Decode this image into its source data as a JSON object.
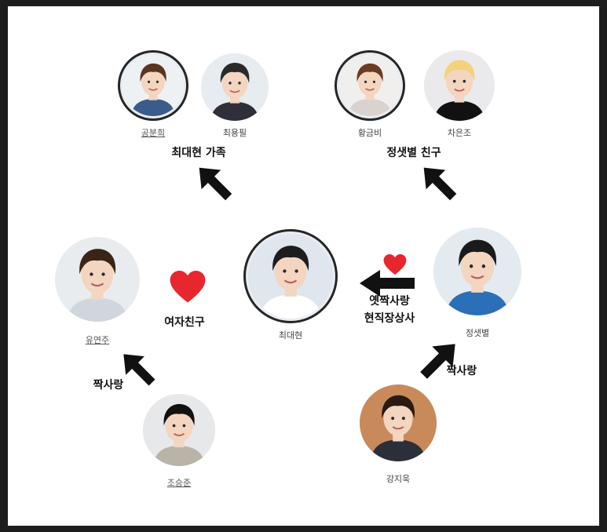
{
  "people": {
    "gong_bunhee": {
      "name": "공분희",
      "hair": "#5a3523",
      "bg": "#eef1f4",
      "shirt": "#3b5c8a"
    },
    "choi_yongpil": {
      "name": "최용필",
      "hair": "#2a2a2a",
      "bg": "#e7ecf0",
      "shirt": "#2f2f3a"
    },
    "hwang_geumbi": {
      "name": "황금비",
      "hair": "#6b3b24",
      "bg": "#f1efee",
      "shirt": "#d9d3cf"
    },
    "cha_eunjo": {
      "name": "차은조",
      "hair": "#f2d27a",
      "bg": "#eaeaec",
      "shirt": "#111111"
    },
    "yu_yeonju": {
      "name": "유연주",
      "hair": "#3a2418",
      "bg": "#e9ecef",
      "shirt": "#cfd6dd"
    },
    "choi_daehyun": {
      "name": "최대현",
      "hair": "#1d1d1d",
      "bg": "#dfe6ee",
      "shirt": "#ffffff"
    },
    "jung_saetbyeol": {
      "name": "정샛별",
      "hair": "#1a1a1a",
      "bg": "#e3eaf0",
      "shirt": "#2a6fb8"
    },
    "jo_seungjun": {
      "name": "조승준",
      "hair": "#111111",
      "bg": "#e6e8ea",
      "shirt": "#b9b3a8"
    },
    "kang_jiwook": {
      "name": "강지욱",
      "hair": "#2b1a12",
      "bg": "#c88a5a",
      "shirt": "#2b2f3a"
    }
  },
  "groups": {
    "family": "최대현 가족",
    "friends": "정샛별 친구"
  },
  "relations": {
    "girlfriend": "여자친구",
    "crush_left": "짝사랑",
    "crush_right": "짝사랑",
    "ex_crush": "옛짝사랑",
    "boss": "현직장상사"
  },
  "colors": {
    "heart": "#e8262e",
    "arrow": "#111111",
    "ring": "#262626"
  }
}
